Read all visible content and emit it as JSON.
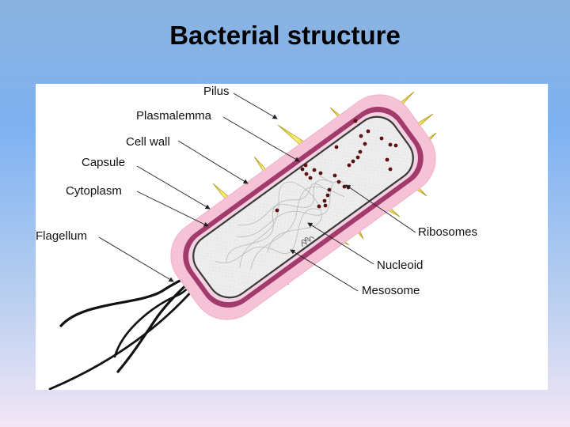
{
  "slide": {
    "title": "Bacterial structure"
  },
  "diagram": {
    "labels": {
      "pilus": "Pilus",
      "plasmalemma": "Plasmalemma",
      "cell_wall": "Cell wall",
      "capsule": "Capsule",
      "cytoplasm": "Cytoplasm",
      "flagellum": "Flagellum",
      "ribosomes": "Ribosomes",
      "nucleoid": "Nucleoid",
      "mesosome": "Mesosome"
    },
    "colors": {
      "capsule": "#f6c2d6",
      "cell_wall": "#a23a6c",
      "cytoplasm": "#ececec",
      "pilus": "#e8d435",
      "ribosome": "#5a1212",
      "flagellum": "#111111"
    }
  }
}
